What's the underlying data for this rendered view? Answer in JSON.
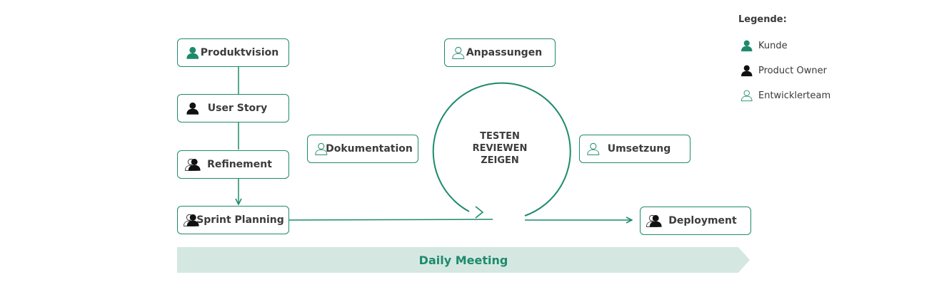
{
  "legend": {
    "title": "Legende:",
    "items": [
      {
        "label": "Kunde",
        "role": "kunde"
      },
      {
        "label": "Product Owner",
        "role": "product-owner"
      },
      {
        "label": "Entwicklerteam",
        "role": "entwicklerteam"
      }
    ]
  },
  "nodes": {
    "produktvision": {
      "label": "Produktvision",
      "role": "kunde"
    },
    "user_story": {
      "label": "User Story",
      "role": "product-owner"
    },
    "refinement": {
      "label": "Refinement",
      "role": "product-owner+entwicklerteam"
    },
    "sprint_planning": {
      "label": "Sprint Planning",
      "role": "product-owner+entwicklerteam"
    },
    "anpassungen": {
      "label": "Anpassungen",
      "role": "entwicklerteam"
    },
    "dokumentation": {
      "label": "Dokumentation",
      "role": "entwicklerteam"
    },
    "umsetzung": {
      "label": "Umsetzung",
      "role": "entwicklerteam"
    },
    "deployment": {
      "label": "Deployment",
      "role": "product-owner+entwicklerteam"
    }
  },
  "cycle": {
    "line1": "TESTEN",
    "line2": "REVIEWEN",
    "line3": "ZEIGEN"
  },
  "banner": {
    "label": "Daily Meeting"
  },
  "colors": {
    "accent": "#1e8a6c",
    "product_owner": "#111111",
    "banner_fill": "#d4e8e1",
    "text": "#3c3c3c"
  }
}
